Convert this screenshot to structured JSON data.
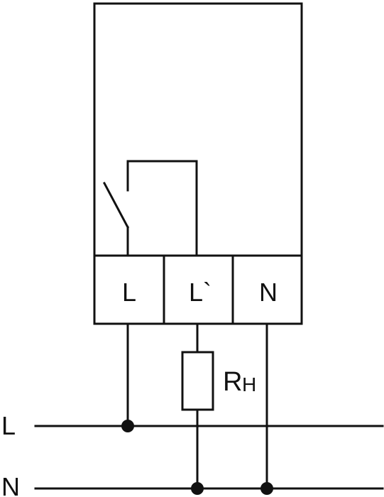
{
  "terminals": [
    {
      "label": "L"
    },
    {
      "label": "L`"
    },
    {
      "label": "N"
    }
  ],
  "load": {
    "label_main": "R",
    "label_sub": "H"
  },
  "bus_lines": [
    {
      "label": "L"
    },
    {
      "label": "N"
    }
  ],
  "colors": {
    "stroke": "#111111",
    "background": "#ffffff"
  }
}
